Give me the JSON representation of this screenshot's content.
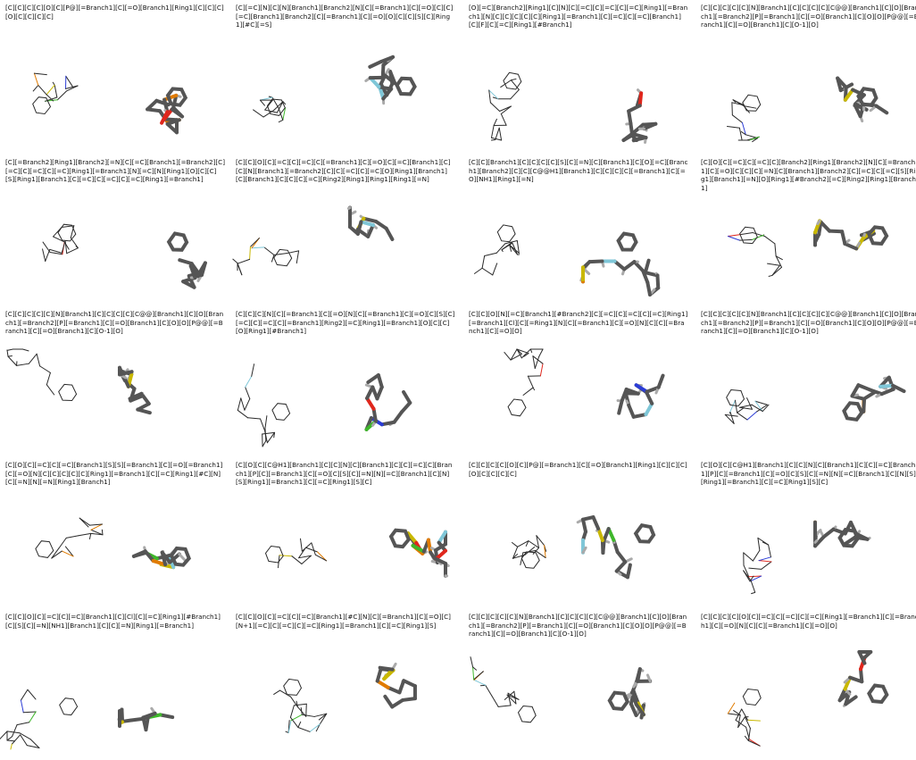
{
  "cells": [
    {
      "smiles": "[C][C][C][C][O][C][P@][=Branch1][C][=O][Branch1][Ring1][C][C][C][O][C][C][C][C]"
    },
    {
      "smiles": "[C][=C][N][C][N][Branch1][Branch2][N][C][=Branch1][C][=O][C][C][=C][Branch1][Branch2][C][=Branch1][C][=O][O][C][C][S][C][Ring1][#C][=S]"
    },
    {
      "smiles": "[O][=C][Branch2][Ring1][C][N][C][=C][C][=C][C][=C][Ring1][=Branch1][N][C][C][C][C][C][Ring1][=Branch1][C][=C][C][=C][Branch1][C][F][C][=C][Ring1][#Branch1]"
    },
    {
      "smiles": "[C][C][C][C][C][N][Branch1][C][C][C][C][C@@][Branch1][C][O][Branch1][=Branch2][P][=Branch1][C][=O][Branch1][C][O][O][P@@][=Branch1][C][=O][Branch1][C][O-1][O]"
    },
    {
      "smiles": "[C][=Branch2][Ring1][Branch2][=N][C][=C][Branch1][=Branch2][C][=C][C][=C][C][=C][Ring1][=Branch1][N][=C][N][Ring1][O][C][C][S][Ring1][Branch1][C][=C][C][=C][C][=C][Ring1][=Branch1]"
    },
    {
      "smiles": "[C][C][O][C][=C][C][=C][C][=Branch1][C][=O][C][=C][Branch1][C][C][N][Branch1][=Branch2][C][C][=C][C][=C][O][Ring1][Branch1][C][Branch1][C][C][C][=C][Ring2][Ring1][Ring1][Ring1][=N]"
    },
    {
      "smiles": "[C][C][Branch1][C][C][C][C][S][C][=N][C][Branch1][C][O][=C][Branch1][Branch2][C][C][C@@H1][Branch1][C][C][C][C][=Branch1][C][=O][NH1][Ring1][=N]"
    },
    {
      "smiles": "[C][O][C][=C][C][=C][C][Branch2][Ring1][Branch2][N][C][=Branch1][C][=O][C][C][C][=N][C][Branch1][Branch2][C][=C][C][=C][S][Ring1][Branch1][=N][O][Ring1][#Branch2][=C][Ring2][Ring1][Branch1]"
    },
    {
      "smiles": "[C][C][C][C][C][N][Branch1][C][C][C][C][C@@][Branch1][C][O][Branch1][=Branch2][P][=Branch1][C][=O][Branch1][C][O][O][P@@][=Branch1][C][=O][Branch1][C][O-1][O]"
    },
    {
      "smiles": "[C][C][C][N][C][=Branch1][C][=O][N][C][=Branch1][C][=O][C][S][C][=C][C][=C][C][=Branch1][Ring2][=C][Ring1][=Branch1][O][C][C][O][Ring1][#Branch1]"
    },
    {
      "smiles": "[C][C][O][N][=C][Branch1][#Branch2][C][=C][C][=C][C][=C][Ring1][=Branch1][Cl][C][=Ring1][N][C][=Branch1][C][=O][N][C][C][=Branch1][C][=O][O]"
    },
    {
      "smiles": "[C][C][C][C][C][N][Branch1][C][C][C][C][C@@][Branch1][C][O][Branch1][=Branch2][P][=Branch1][C][=O][Branch1][C][O][O][P@@][=Branch1][C][=O][Branch1][C][O-1][O]"
    },
    {
      "smiles": "[C][O][C][=C][C][=C][Branch1][S][S][=Branch1][C][=O][=Branch1][C][=O][N][C][C][C][C][C][Ring1][=Branch1][C][=C][Ring1][#C][N][C][=N][N][=N][Ring1][Branch1]"
    },
    {
      "smiles": "[C][O][C][C@H1][Branch1][C][C][N][C][Branch1][C][C][=C][C][Branch1][P][C][=Branch1][C][=O][C][S][C][=N][N][=C][Branch1][C][N][S][Ring1][=Branch1][C][=C][Ring1][S][C]"
    },
    {
      "smiles": "[C][C][C][C][O][C][P@][=Branch1][C][=O][Branch1][Ring1][C][C][C][O][C][C][C][C]"
    },
    {
      "smiles": "[C][O][C][C@H1][Branch1][C][C][N][C][Branch1][C][C][=C][Branch1][P][C][=Branch1][C][=O][C][S][C][=N][N][=C][Branch1][C][N][S][Ring1][=Branch1][C][=C][Ring1][S][C]"
    },
    {
      "smiles": "[C][C][O][C][=C][C][=C][Branch1][C][Cl][C][=C][Ring1][#Branch1][C][S][C][=N][NH1][Branch1][C][C][=N][Ring1][=Branch1]"
    },
    {
      "smiles": "[C][C][O][C][=C][C][=C][Branch1][#C][N][C][=Branch1][C][=O][C][N+1][=C][C][=C][C][=C][Ring1][=Branch1][C][=C][Ring1][S]"
    },
    {
      "smiles": "[C][C][C][C][C][N][Branch1][C][C][C][C][C@@][Branch1][C][O][Branch1][=Branch2][P][=Branch1][C][=O][Branch1][C][O][O][P@@][=Branch1][C][=O][Branch1][C][O-1][O]"
    },
    {
      "smiles": "[C][C][C][C][O][C][=C][C][=C][C][=C][Ring1][=Branch1][C][=Branch1][C][=O][N][C][C][=Branch1][C][=O][O]"
    }
  ],
  "colors": {
    "bond": "#2a2a2a",
    "oxygen": "#e0261c",
    "nitrogen": "#2b3cd6",
    "sulfur": "#c9b800",
    "phosphorus": "#e07b00",
    "chlorine": "#3fb72b",
    "fluorine": "#7fc7d8",
    "stick": "#555555",
    "stick_light": "#aaaaaa"
  }
}
